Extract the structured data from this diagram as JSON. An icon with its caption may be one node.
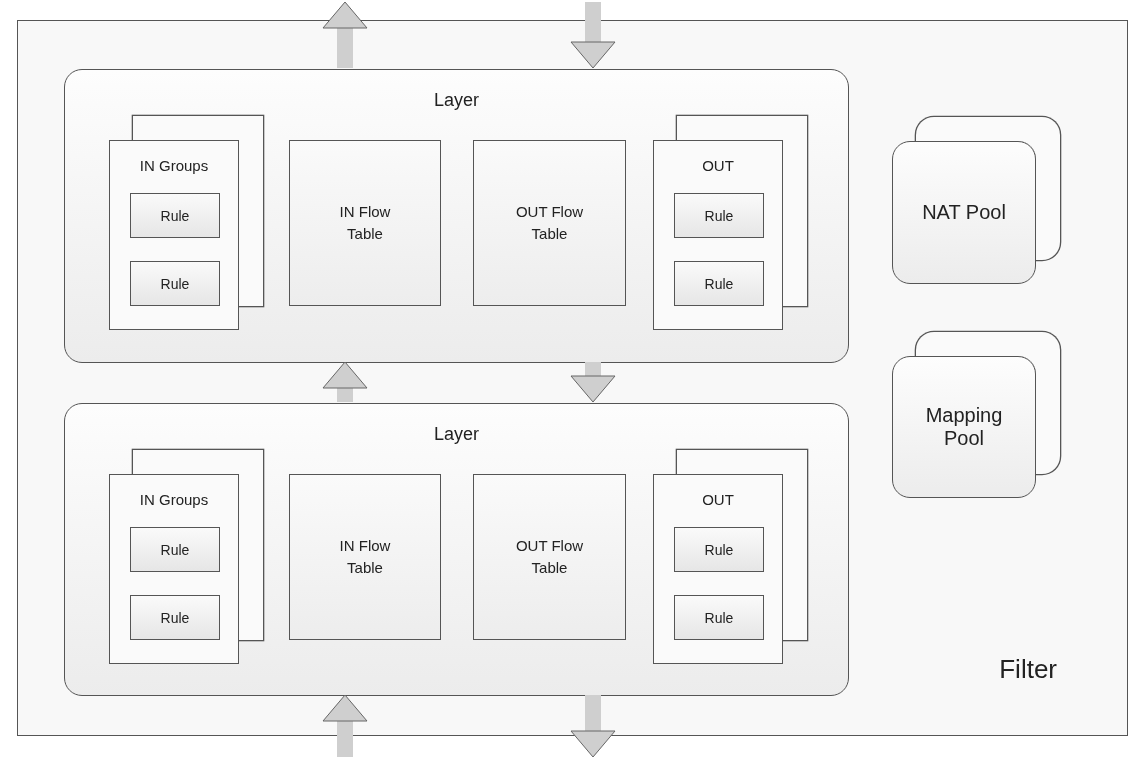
{
  "diagram": {
    "nodes": [
      {
        "text": [
          "Filter"
        ]
      },
      {
        "text": [
          "Layer"
        ],
        "in": 0
      },
      {
        "text": [
          "IN Groups"
        ],
        "in": 1
      },
      {
        "text": [
          "Rule"
        ],
        "in": 2
      },
      {
        "text": [
          "Rule"
        ],
        "in": 2
      },
      {
        "text": [
          "IN Flow Table"
        ],
        "in": 1
      },
      {
        "text": [
          "OUT Flow Table"
        ],
        "in": 1
      },
      {
        "text": [
          "OUT"
        ],
        "in": 1
      },
      {
        "text": [
          "Rule"
        ],
        "in": 7
      },
      {
        "text": [
          "Rule"
        ],
        "in": 7
      },
      {
        "text": [
          "NAT Pool"
        ],
        "in": 0
      },
      {
        "text": [
          "Layer"
        ],
        "in": 0
      },
      {
        "text": [
          "IN Groups"
        ],
        "in": 11
      },
      {
        "text": [
          "Rule"
        ],
        "in": 12
      },
      {
        "text": [
          "Rule"
        ],
        "in": 12
      },
      {
        "text": [
          "IN Flow Table"
        ],
        "in": 11
      },
      {
        "text": [
          "OUT Flow Table"
        ],
        "in": 11
      },
      {
        "text": [
          "OUT"
        ],
        "in": 11
      },
      {
        "text": [
          "Rule"
        ],
        "in": 17
      },
      {
        "text": [
          "Rule"
        ],
        "in": 17
      },
      {
        "text": [
          "Mapping Pool"
        ],
        "in": 0
      }
    ],
    "edges": [
      {
        "from": 1,
        "to": null,
        "arrow": "to"
      },
      {
        "from": null,
        "to": 1,
        "arrow": "to"
      },
      {
        "from": 11,
        "to": 1,
        "arrow": "to"
      },
      {
        "from": 1,
        "to": 11,
        "arrow": "to"
      },
      {
        "from": null,
        "to": 11,
        "arrow": "to"
      },
      {
        "from": 11,
        "to": null,
        "arrow": "to"
      }
    ]
  }
}
